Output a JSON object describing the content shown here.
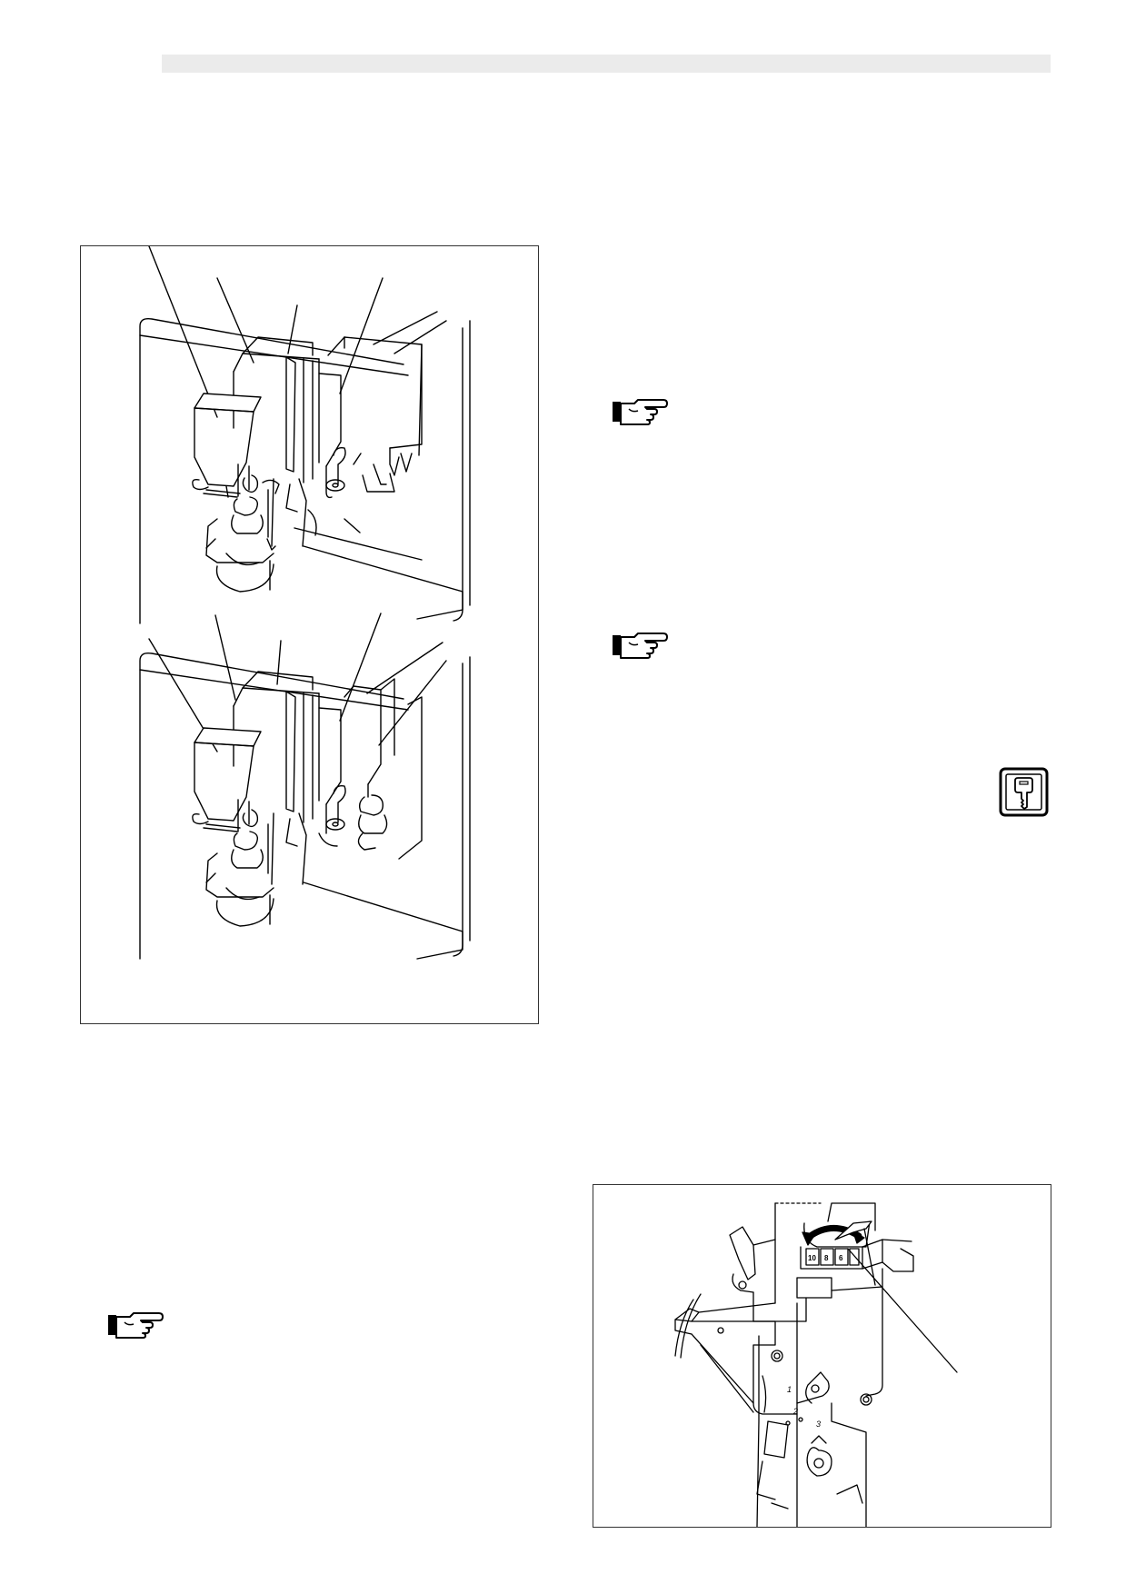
{
  "figures": {
    "doser_unit": {
      "dial_scale": [
        "10",
        "8",
        "6"
      ],
      "position_markers": [
        "1",
        "2",
        "3"
      ]
    }
  },
  "icons": [
    "pointing-hand-note-icon",
    "pointing-hand-note-icon",
    "pointing-hand-note-icon",
    "key-access-icon"
  ],
  "colors": {
    "header_bar": "#ebebeb",
    "line": "#000000"
  }
}
